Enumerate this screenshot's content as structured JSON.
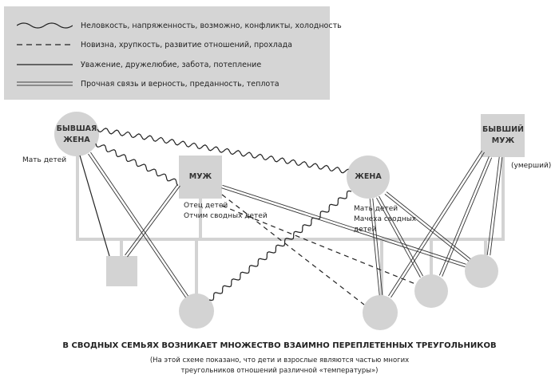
{
  "legend": {
    "items": [
      {
        "style": "wavy",
        "label": "Неловкость, напряженность, возможно, конфликты, холодность"
      },
      {
        "style": "dashed",
        "label": "Новизна, хрупкость, развитие отношений, прохлада"
      },
      {
        "style": "solid",
        "label": "Уважение, дружелюбие, забота, потепление"
      },
      {
        "style": "double",
        "label": "Прочная связь и верность, преданность, теплота"
      }
    ]
  },
  "nodes": {
    "ex_wife": {
      "line1": "БЫВШАЯ",
      "line2": "ЖЕНА",
      "note": "Мать детей"
    },
    "husband": {
      "line1": "МУЖ",
      "note1": "Отец детей",
      "note2": "Отчим сводных детей"
    },
    "wife": {
      "line1": "ЖЕНА",
      "note1": "Мать детей",
      "note2": "Мачеха сводных",
      "note3": "детей"
    },
    "ex_husband": {
      "line1": "БЫВШИЙ",
      "line2": "МУЖ",
      "note": "(умерший)"
    }
  },
  "caption": {
    "title": "В СВОДНЫХ СЕМЬЯХ ВОЗНИКАЕТ МНОЖЕСТВО ВЗАИМНО ПЕРЕПЛЕТЕННЫХ ТРЕУГОЛЬНИКОВ",
    "subtitle_line1": "(На этой схеме показано, что дети и взрослые являются частью многих",
    "subtitle_line2": "треугольников отношений различной «температуры»)"
  },
  "colors": {
    "node": "#d3d3d3",
    "legend_bg": "#d5d5d5",
    "line": "#222222"
  }
}
